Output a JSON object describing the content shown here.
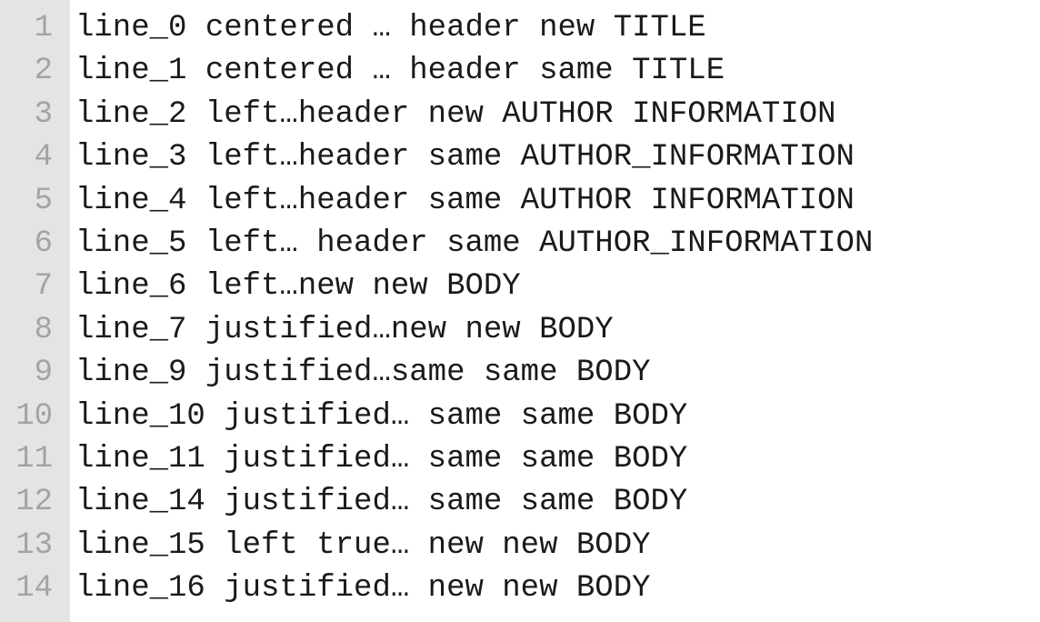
{
  "colors": {
    "gutter_background": "#e4e4e4",
    "gutter_text": "#a3a3a3",
    "code_text": "#1a1a1a",
    "editor_background": "#ffffff"
  },
  "lines": [
    {
      "number": "1",
      "text": "line_0 centered … header new TITLE"
    },
    {
      "number": "2",
      "text": "line_1 centered … header same TITLE"
    },
    {
      "number": "3",
      "text": "line_2 left…header new AUTHOR INFORMATION"
    },
    {
      "number": "4",
      "text": "line_3 left…header same AUTHOR_INFORMATION"
    },
    {
      "number": "5",
      "text": "line_4 left…header same AUTHOR INFORMATION"
    },
    {
      "number": "6",
      "text": "line_5 left… header same AUTHOR_INFORMATION"
    },
    {
      "number": "7",
      "text": "line_6 left…new new BODY"
    },
    {
      "number": "8",
      "text": "line_7 justified…new new BODY"
    },
    {
      "number": "9",
      "text": "line_9 justified…same same BODY"
    },
    {
      "number": "10",
      "text": "line_10 justified… same same BODY"
    },
    {
      "number": "11",
      "text": "line_11 justified… same same BODY"
    },
    {
      "number": "12",
      "text": "line_14 justified… same same BODY"
    },
    {
      "number": "13",
      "text": "line_15 left true… new new BODY"
    },
    {
      "number": "14",
      "text": "line_16 justified… new new BODY"
    }
  ]
}
